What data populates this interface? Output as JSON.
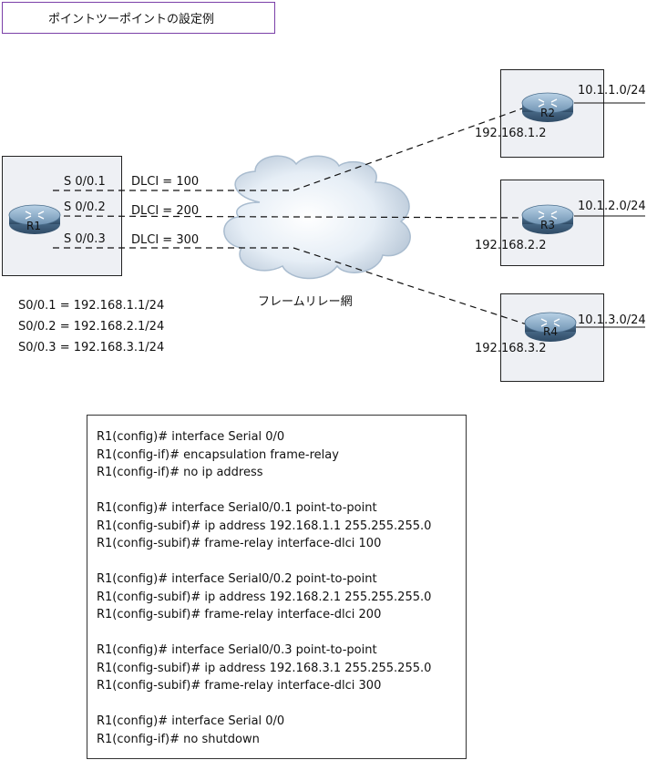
{
  "title": "ポイントツーポイントの設定例",
  "cloud_label": "フレームリレー網",
  "r1": {
    "name": "R1",
    "interfaces": [
      "S 0/0.1",
      "S 0/0.2",
      "S 0/0.3"
    ],
    "dlcis": [
      "DLCI = 100",
      "DLCI = 200",
      "DLCI = 300"
    ]
  },
  "routers": [
    {
      "name": "R2",
      "ip": "192.168.1.2",
      "lan": "10.1.1.0/24"
    },
    {
      "name": "R3",
      "ip": "192.168.2.2",
      "lan": "10.1.2.0/24"
    },
    {
      "name": "R4",
      "ip": "192.168.3.2",
      "lan": "10.1.3.0/24"
    }
  ],
  "subif_addresses": [
    "S0/0.1 = 192.168.1.1/24",
    "S0/0.2 = 192.168.2.1/24",
    "S0/0.3 = 192.168.3.1/24"
  ],
  "config_lines": [
    "R1(config)# interface Serial 0/0",
    "R1(config-if)# encapsulation frame-relay",
    "R1(config-if)# no ip address",
    "",
    "R1(config)# interface Serial0/0.1 point-to-point",
    "R1(config-subif)# ip address 192.168.1.1 255.255.255.0",
    "R1(config-subif)# frame-relay interface-dlci 100",
    "",
    "R1(config)# interface Serial0/0.2 point-to-point",
    "R1(config-subif)# ip address 192.168.2.1 255.255.255.0",
    "R1(config-subif)# frame-relay interface-dlci 200",
    "",
    "R1(config)# interface Serial0/0.3 point-to-point",
    "R1(config-subif)# ip address 192.168.3.1 255.255.255.0",
    "R1(config-subif)# frame-relay interface-dlci 300",
    "",
    "R1(config)# interface Serial 0/0",
    "R1(config-if)# no shutdown"
  ]
}
